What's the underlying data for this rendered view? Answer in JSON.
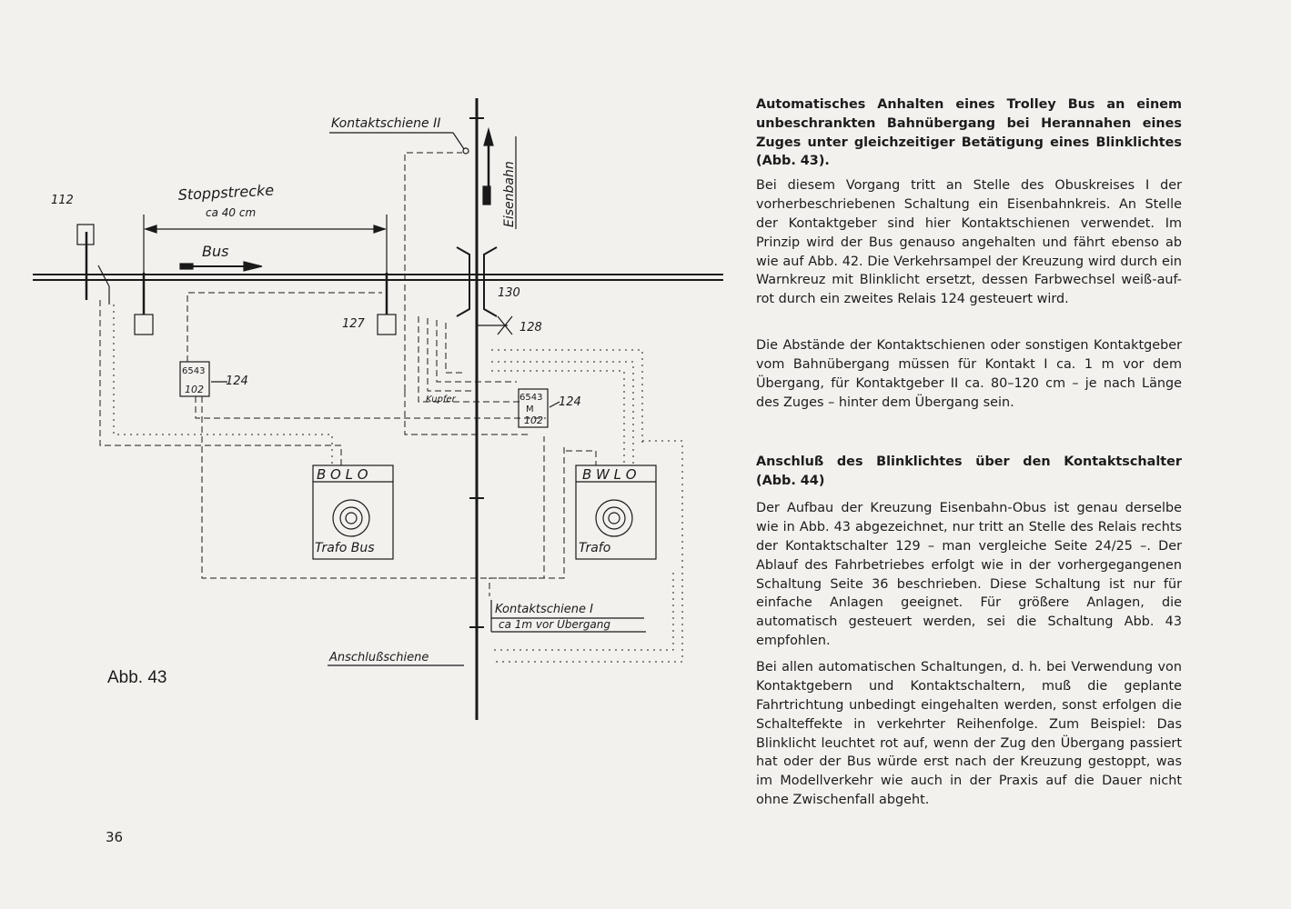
{
  "diagram": {
    "labels": {
      "kontaktschiene_2": "Kontaktschiene II",
      "eisenbahn": "Eisenbahn",
      "stoppstrecke": "Stoppstrecke",
      "ca_40": "ca 40 cm",
      "bus": "Bus",
      "n112": "112",
      "n127": "127",
      "n130": "130",
      "n128": "128",
      "n124a": "124",
      "n124b": "124",
      "relay_a_top": "6543",
      "relay_a_bot": "102",
      "relay_b_top": "6543",
      "relay_b_mid": "M",
      "relay_b_bot": "102",
      "kupfer": "Kupfer",
      "trafo1_letters": "B O L O",
      "trafo1_name": "Trafo Bus",
      "trafo2_letters": "B W L O",
      "trafo2_name": "Trafo",
      "kontaktschiene_1": "Kontaktschiene I",
      "ca_1m": "ca 1m vor Übergang",
      "anschluss": "Anschlußschiene"
    },
    "caption": "Abb. 43"
  },
  "page_number": "36",
  "section1": {
    "heading": "Automatisches Anhalten eines Trolley Bus an einem unbeschrankten Bahnübergang bei Herannahen eines Zuges unter gleichzeitiger Betätigung eines Blinklichtes (Abb. 43).",
    "para1": "Bei diesem Vorgang tritt an Stelle des Obuskreises I der vorherbeschriebenen Schaltung ein Eisenbahnkreis. An Stelle der Kontaktgeber sind hier Kontaktschienen verwendet. Im Prinzip wird der Bus genauso angehalten und fährt ebenso ab wie auf Abb. 42. Die Verkehrsampel der Kreuzung wird durch ein Warnkreuz mit Blinklicht ersetzt, dessen Farbwechsel weiß-auf-rot durch ein zweites Relais 124 gesteuert wird.",
    "para2": "Die Abstände der Kontaktschienen oder sonstigen Kontaktgeber vom Bahnübergang müssen für Kontakt I ca. 1 m vor dem Übergang, für Kontaktgeber II ca. 80–120 cm – je nach Länge des Zuges – hinter dem Übergang sein."
  },
  "section2": {
    "heading": "Anschluß des Blinklichtes über den Kontaktschalter (Abb. 44)",
    "para1": "Der Aufbau der Kreuzung Eisenbahn-Obus ist genau derselbe wie in Abb. 43 abgezeichnet, nur tritt an Stelle des Relais rechts der Kontaktschalter 129 – man vergleiche Seite 24/25 –. Der Ablauf des Fahrbetriebes erfolgt wie in der vorhergegangenen Schaltung Seite 36 beschrieben. Diese Schaltung ist nur für einfache Anlagen geeignet. Für größere Anlagen, die automatisch gesteuert werden, sei die Schaltung Abb. 43 empfohlen.",
    "para2": "Bei allen automatischen Schaltungen, d. h. bei Verwendung von Kontaktgebern und Kontaktschaltern, muß die geplante Fahrtrichtung unbedingt eingehalten werden, sonst erfolgen die Schalteffekte in verkehrter Reihenfolge. Zum Beispiel: Das Blinklicht leuchtet rot auf, wenn der Zug den Übergang passiert hat oder der Bus würde erst nach der Kreuzung gestoppt, was im Modellverkehr wie auch in der Praxis auf die Dauer nicht ohne Zwischenfall abgeht."
  }
}
